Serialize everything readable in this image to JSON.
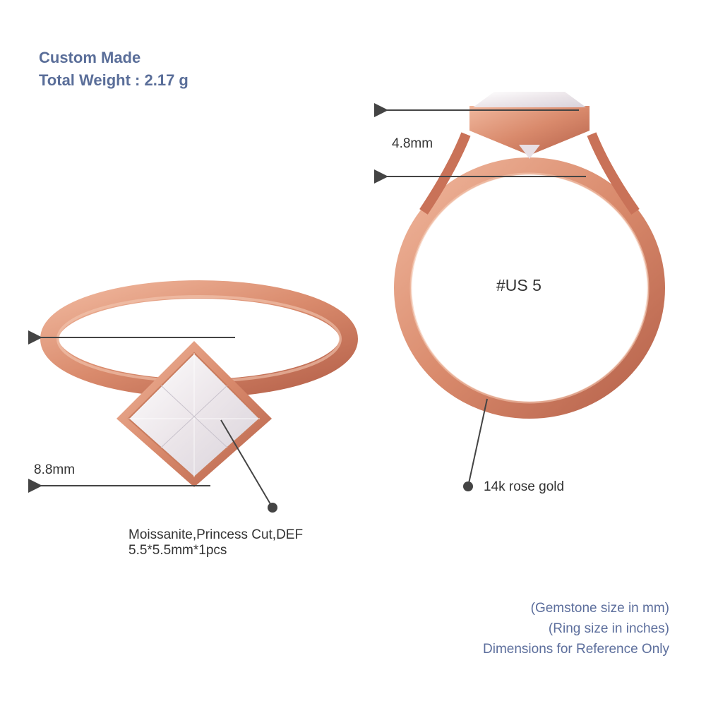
{
  "header": {
    "line1": "Custom Made",
    "line2": "Total Weight : 2.17 g"
  },
  "front_view": {
    "width_label": "8.8mm",
    "callout_line1": "Moissanite,Princess Cut,DEF",
    "callout_line2": "5.5*5.5mm*1pcs"
  },
  "side_view": {
    "height_label": "4.8mm",
    "ring_size": "#US 5",
    "material_label": "14k rose gold"
  },
  "footer": {
    "line1": "(Gemstone size in mm)",
    "line2": "(Ring size in inches)",
    "line3": "Dimensions for Reference Only"
  },
  "colors": {
    "title": "#5a6e99",
    "rose_gold": "#d98a6c",
    "rose_gold_dark": "#b5614a",
    "annotation": "#444444"
  }
}
